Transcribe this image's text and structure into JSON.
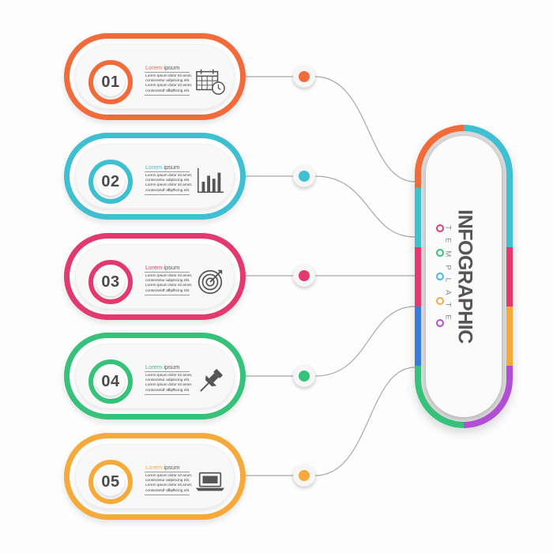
{
  "items": [
    {
      "number": "01",
      "title_head": "Lorem",
      "title_tail": " ipsum",
      "body": "Lorem ipsum dolor sit amet, consectetur adipiscing elit. Lorem ipsum dolor sit amet, consectetur adipiscing elit.",
      "dots": "• • •",
      "color": "#f26b3a",
      "icon": "calendar-clock-icon"
    },
    {
      "number": "02",
      "title_head": "Lorem",
      "title_tail": " ipsum",
      "body": "Lorem ipsum dolor sit amet, consectetur adipiscing elit. Lorem ipsum dolor sit amet, consectetur adipiscing elit.",
      "dots": "• • •",
      "color": "#3ebfd2",
      "icon": "bar-chart-icon"
    },
    {
      "number": "03",
      "title_head": "Lorem",
      "title_tail": " ipsum",
      "body": "Lorem ipsum dolor sit amet, consectetur adipiscing elit. Lorem ipsum dolor sit amet, consectetur adipiscing elit.",
      "dots": "• • •",
      "color": "#e23a6e",
      "icon": "target-icon"
    },
    {
      "number": "04",
      "title_head": "Lorem",
      "title_tail": " ipsum",
      "body": "Lorem ipsum dolor sit amet, consectetur adipiscing elit. Lorem ipsum dolor sit amet, consectetur adipiscing elit.",
      "dots": "• • •",
      "color": "#36c27a",
      "icon": "pushpin-icon"
    },
    {
      "number": "05",
      "title_head": "Lorem",
      "title_tail": " ipsum",
      "body": "Lorem ipsum dolor sit amet, consectetur adipiscing elit. Lorem ipsum dolor sit amet, consectetur adipiscing elit.",
      "dots": "• • •",
      "color": "#f6aa3c",
      "icon": "laptop-icon"
    }
  ],
  "hub": {
    "title": "INFOGRAPHIC",
    "subtitle": "TEMPLATE",
    "dot_colors": [
      "#e23a6e",
      "#36c27a",
      "#3ebfd2",
      "#f6aa3c",
      "#b04fd3"
    ],
    "rim_colors": [
      "#f26b3a",
      "#3ebfd2",
      "#e23a6e",
      "#36c27a",
      "#f6aa3c",
      "#3a7bd5",
      "#b04fd3"
    ]
  }
}
